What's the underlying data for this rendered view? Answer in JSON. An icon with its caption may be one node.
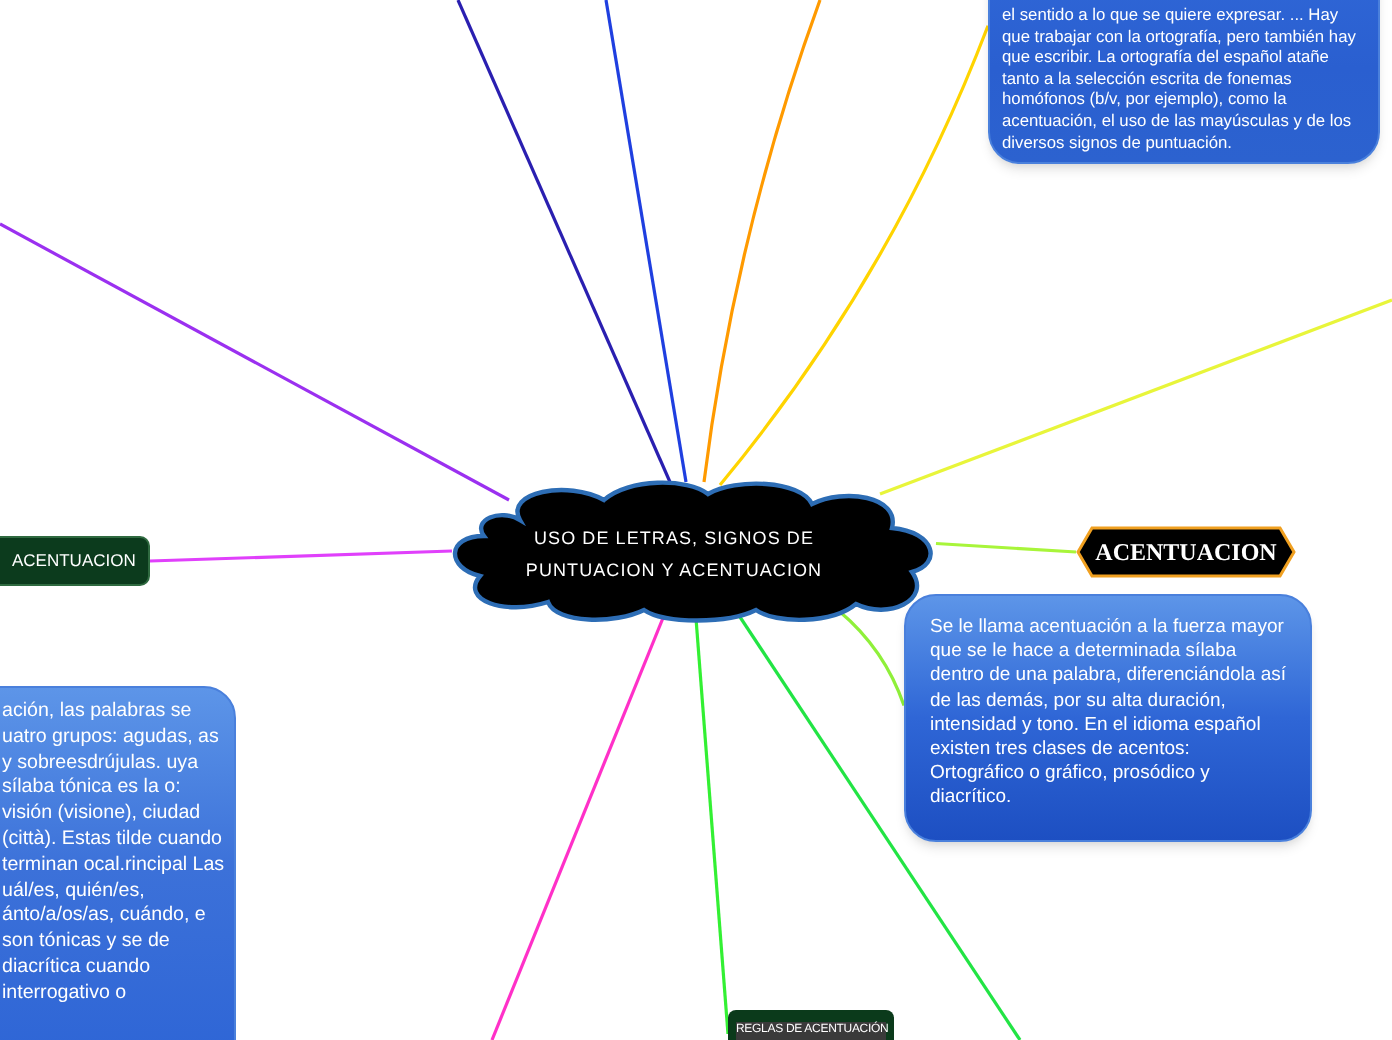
{
  "diagram": {
    "nodes": [
      {
        "text": [
          "USO DE LETRAS, SIGNOS DE PUNTUACION Y ACENTUACION"
        ]
      },
      {
        "text": [
          "el sentido a lo que se quiere expresar. ... Hay que trabajar con la ortografía, pero también hay que escribir. La ortografía del español atañe tanto a la selección escrita de fonemas homófonos (b/v, por ejemplo), como la acentuación, el uso de las mayúsculas y de los diversos signos de puntuación."
        ]
      },
      {
        "text": [
          "ACENTUACION"
        ]
      },
      {
        "text": [
          "Se le llama acentuación a la fuerza mayor que se le hace a determinada sílaba dentro de una palabra, diferenciándola así de las demás, por su alta duración, intensidad y tono. En el idioma español existen tres clases de acentos: Ortográfico o gráfico, prosódico y diacrítico."
        ]
      },
      {
        "text": [
          "ACENTUACION"
        ]
      },
      {
        "text": [
          "ación, las palabras se uatro grupos: agudas, as y sobreesdrújulas. uya sílaba tónica es la o: visión (visione), ciudad (città). Estas tilde cuando terminan ocal.rincipal Las uál/es, quién/es, ánto/a/os/as, cuándo, e son tónicas y se de diacrítica cuando interrogativo o"
        ]
      },
      {
        "text": [
          "REGLAS DE ACENTUACIÓN"
        ]
      }
    ],
    "edges": [
      {
        "from": 0,
        "to": null,
        "arrow": "none",
        "color": "#2a1fb0"
      },
      {
        "from": 0,
        "to": null,
        "arrow": "none",
        "color": "#1f3fe0"
      },
      {
        "from": 0,
        "to": null,
        "arrow": "none",
        "color": "#ff9a00"
      },
      {
        "from": 0,
        "to": 1,
        "arrow": "none",
        "color": "#ffd400"
      },
      {
        "from": 0,
        "to": null,
        "arrow": "none",
        "color": "#e8f53a"
      },
      {
        "from": 0,
        "to": 2,
        "arrow": "none",
        "color": "#a8f53a"
      },
      {
        "from": 0,
        "to": 3,
        "arrow": "none",
        "color": "#8ff03a"
      },
      {
        "from": 0,
        "to": null,
        "arrow": "none",
        "color": "#9b30f0"
      },
      {
        "from": 0,
        "to": 4,
        "arrow": "none",
        "color": "#e040fb"
      },
      {
        "from": 0,
        "to": null,
        "arrow": "none",
        "color": "#ff30c8"
      },
      {
        "from": 0,
        "to": 6,
        "arrow": "none",
        "color": "#33f033"
      },
      {
        "from": 0,
        "to": null,
        "arrow": "none",
        "color": "#22e444"
      }
    ]
  }
}
